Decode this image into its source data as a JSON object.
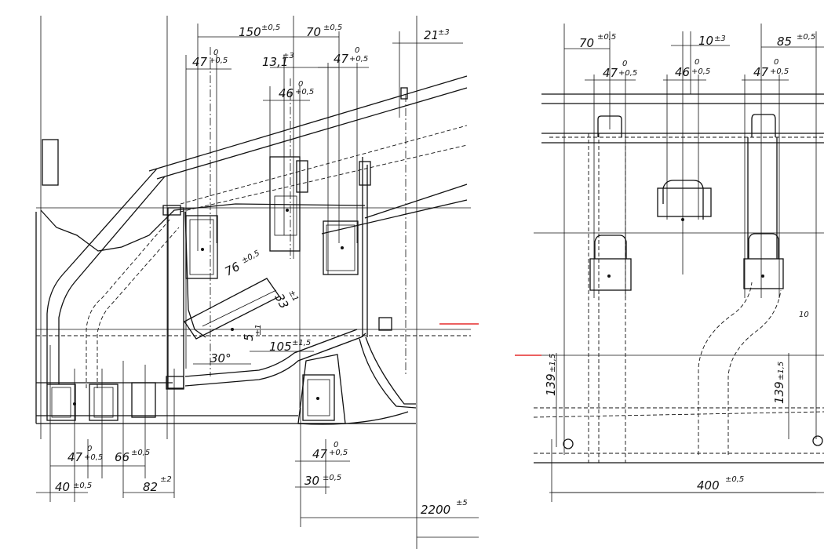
{
  "left_view": {
    "dims": [
      {
        "id": "d150",
        "value": "150",
        "tol": "±0,5"
      },
      {
        "id": "d70",
        "value": "70",
        "tol": "±0,5"
      },
      {
        "id": "d21",
        "value": "21",
        "tol": "±3"
      },
      {
        "id": "d47a",
        "value": "47",
        "tol_up": "+0,5",
        "tol_lo": "0"
      },
      {
        "id": "d13",
        "value": "13,1",
        "tol": "±3"
      },
      {
        "id": "d47b",
        "value": "47",
        "tol_up": "+0,5",
        "tol_lo": "0"
      },
      {
        "id": "d46",
        "value": "46",
        "tol_up": "+0,5",
        "tol_lo": "0"
      },
      {
        "id": "d76",
        "value": "76",
        "tol": "±0,5"
      },
      {
        "id": "d33",
        "value": "33",
        "tol": "±1"
      },
      {
        "id": "d5",
        "value": "5",
        "tol": "±1"
      },
      {
        "id": "d105",
        "value": "105",
        "tol": "±1,5"
      },
      {
        "id": "d30deg",
        "value": "30°",
        "tol": ""
      },
      {
        "id": "d47c",
        "value": "47",
        "tol_up": "+0,5",
        "tol_lo": "0"
      },
      {
        "id": "d66",
        "value": "66",
        "tol": "±0,5"
      },
      {
        "id": "d40",
        "value": "40",
        "tol": "±0,5"
      },
      {
        "id": "d82",
        "value": "82",
        "tol": "±2"
      },
      {
        "id": "d47d",
        "value": "47",
        "tol_up": "+0,5",
        "tol_lo": "0"
      },
      {
        "id": "d30",
        "value": "30",
        "tol": "±0,5"
      },
      {
        "id": "d2200",
        "value": "2200",
        "tol": "±5"
      }
    ]
  },
  "right_view": {
    "dims": [
      {
        "id": "r70",
        "value": "70",
        "tol": "±0,5"
      },
      {
        "id": "r10",
        "value": "10",
        "tol": "±3"
      },
      {
        "id": "r85",
        "value": "85",
        "tol": "±0,5"
      },
      {
        "id": "r47a",
        "value": "47",
        "tol_up": "+0,5",
        "tol_lo": "0"
      },
      {
        "id": "r46",
        "value": "46",
        "tol_up": "+0,5",
        "tol_lo": "0"
      },
      {
        "id": "r47b",
        "value": "47",
        "tol_up": "+0,5",
        "tol_lo": "0"
      },
      {
        "id": "r139a",
        "value": "139",
        "tol": "±1,5"
      },
      {
        "id": "r139b",
        "value": "139",
        "tol": "±1,5"
      },
      {
        "id": "r400",
        "value": "400",
        "tol": "±0,5"
      },
      {
        "id": "r10side",
        "value": "10",
        "tol": ""
      }
    ]
  },
  "colors": {
    "line": "#111111",
    "center_line": "#e00000",
    "background": "#ffffff"
  }
}
